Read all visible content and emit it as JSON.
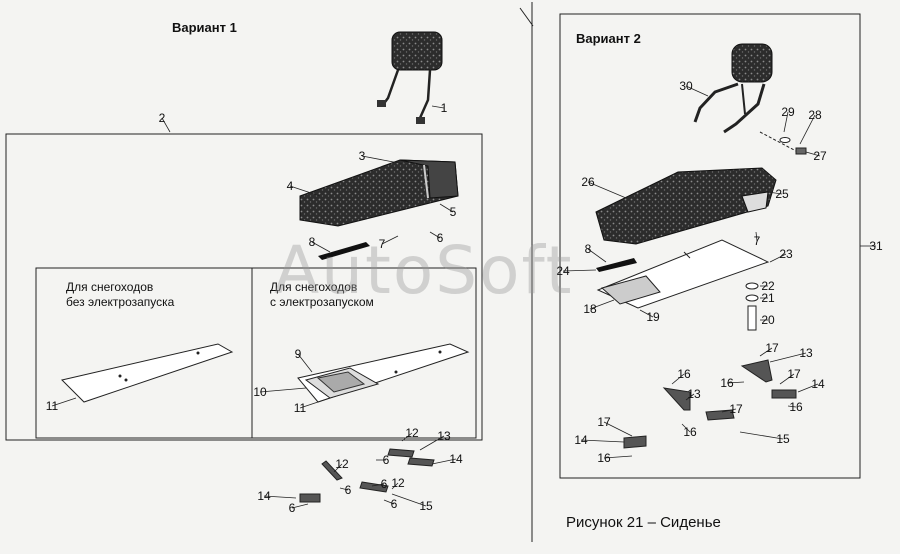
{
  "variants": {
    "v1": "Вариант 1",
    "v2": "Вариант 2"
  },
  "notes": {
    "no_start": "Для снегоходов\nбез электрозапуска",
    "with_start": "Для снегоходов\nс электрозапуском"
  },
  "caption": "Рисунок 21 – Сиденье",
  "watermark": "AutoSoft",
  "callouts": {
    "v1": [
      "1",
      "2",
      "3",
      "4",
      "5",
      "6",
      "7",
      "8",
      "9",
      "10",
      "11",
      "11",
      "12",
      "13",
      "6",
      "14",
      "12",
      "6",
      "14",
      "6",
      "12",
      "6",
      "15",
      "6"
    ],
    "v2": [
      "26",
      "25",
      "30",
      "29",
      "28",
      "27",
      "8",
      "7",
      "23",
      "24",
      "18",
      "19",
      "22",
      "21",
      "20",
      "31",
      "17",
      "13",
      "16",
      "17",
      "14",
      "16",
      "13",
      "16",
      "17",
      "14",
      "15",
      "17",
      "16",
      "16"
    ]
  }
}
